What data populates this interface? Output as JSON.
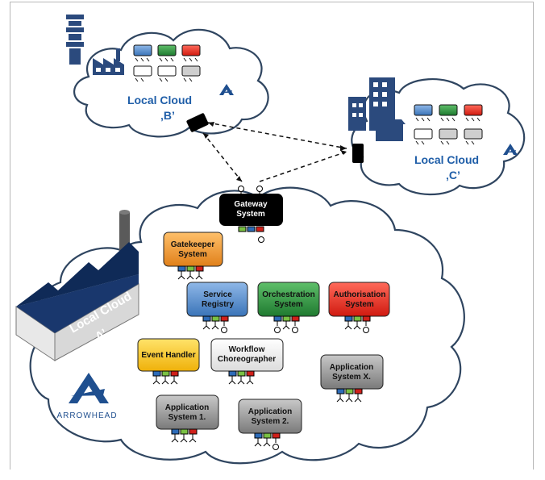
{
  "clouds": {
    "local_a": {
      "line1": "Local Cloud",
      "line2": "‚A’"
    },
    "local_b": {
      "line1": "Local Cloud",
      "line2": "‚B’"
    },
    "local_c": {
      "line1": "Local Cloud",
      "line2": "‚C’"
    }
  },
  "logo": {
    "text": "ARROWHEAD"
  },
  "systems": {
    "gateway": {
      "line1": "Gateway",
      "line2": "System"
    },
    "gatekeeper": {
      "line1": "Gatekeeper",
      "line2": "System"
    },
    "service_registry": {
      "line1": "Service",
      "line2": "Registry"
    },
    "orchestration": {
      "line1": "Orchestration",
      "line2": "System"
    },
    "authorisation": {
      "line1": "Authorisation",
      "line2": "System"
    },
    "event_handler": {
      "line1": "Event Handler"
    },
    "workflow": {
      "line1": "Workflow",
      "line2": "Choreographer"
    },
    "app_x": {
      "line1": "Application",
      "line2": "System X."
    },
    "app_1": {
      "line1": "Application",
      "line2": "System 1."
    },
    "app_2": {
      "line1": "Application",
      "line2": "System 2."
    }
  },
  "colors": {
    "cloud_outline": "#2f4560",
    "label_blue": "#1f5ea8",
    "gatekeeper": "#f29a2e",
    "service_registry": "#4a86c8",
    "orchestration": "#2d8a3e",
    "authorisation": "#e8261e",
    "event_handler": "#f5c518",
    "workflow": "#f4f4f4",
    "application": "#8f8f8f",
    "gateway": "#000000"
  }
}
